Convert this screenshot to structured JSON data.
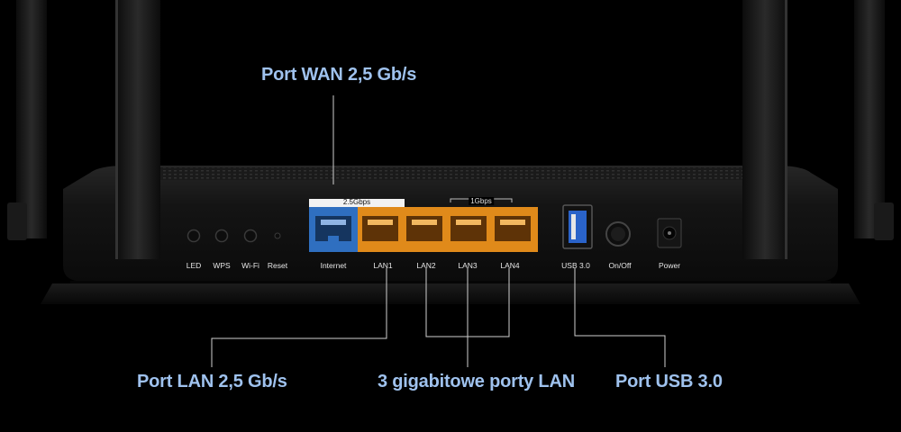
{
  "callouts": {
    "wan": "Port WAN 2,5 Gb/s",
    "lan25": "Port LAN 2,5 Gb/s",
    "gigabit": "3 gigabitowe porty LAN",
    "usb": "Port USB 3.0"
  },
  "speed_labels": {
    "wan_speed": "2.5Gbps",
    "lan_speed": "1Gbps"
  },
  "port_labels": {
    "led": "LED",
    "wps": "WPS",
    "wifi": "Wi-Fi",
    "reset": "Reset",
    "internet": "Internet",
    "lan1": "LAN1",
    "lan2": "LAN2",
    "lan3": "LAN3",
    "lan4": "LAN4",
    "usb": "USB 3.0",
    "onoff": "On/Off",
    "power": "Power"
  },
  "colors": {
    "callout_text": "#9fc2ee",
    "wan_port": "#2f6fc0",
    "lan_port": "#e08a1a",
    "usb_port": "#2a63c9"
  }
}
